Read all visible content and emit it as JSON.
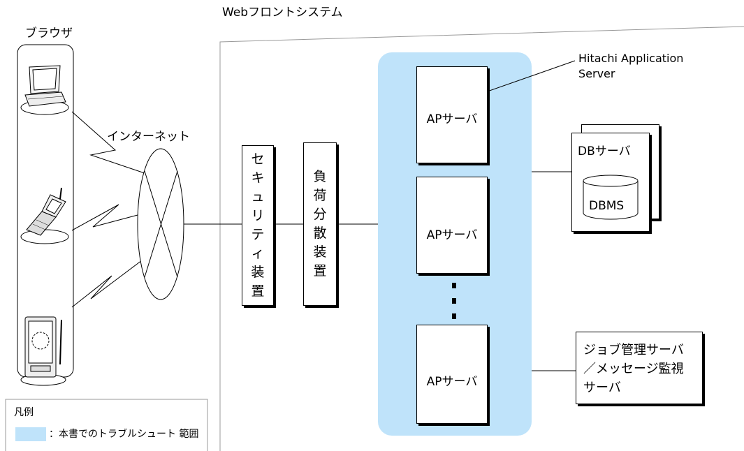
{
  "browser_label": "ブラウザ",
  "system_label": "Webフロントシステム",
  "internet_label": "インターネット",
  "security_device": [
    "セ",
    "キ",
    "ュ",
    "リ",
    "テ",
    "ィ",
    "装",
    "置"
  ],
  "load_balancer": [
    "負",
    "荷",
    "分",
    "散",
    "装",
    "置"
  ],
  "ap_server_label": "APサーバ",
  "hitachi_label_line1": "Hitachi Application",
  "hitachi_label_line2": "Server",
  "db_server_label": "DBサーバ",
  "dbms_label": "DBMS",
  "job_server_lines": [
    "ジョブ管理サーバ",
    "／メッセージ監視",
    "サーバ"
  ],
  "legend": {
    "title": "凡例",
    "item_text": "：本書でのトラブルシュート 範囲",
    "swatch_color": "#bfe3fa"
  },
  "colors": {
    "scope_fill": "#bfe3fa",
    "line": "#000000"
  },
  "icons": [
    "laptop-icon",
    "flip-phone-icon",
    "pda-icon"
  ]
}
